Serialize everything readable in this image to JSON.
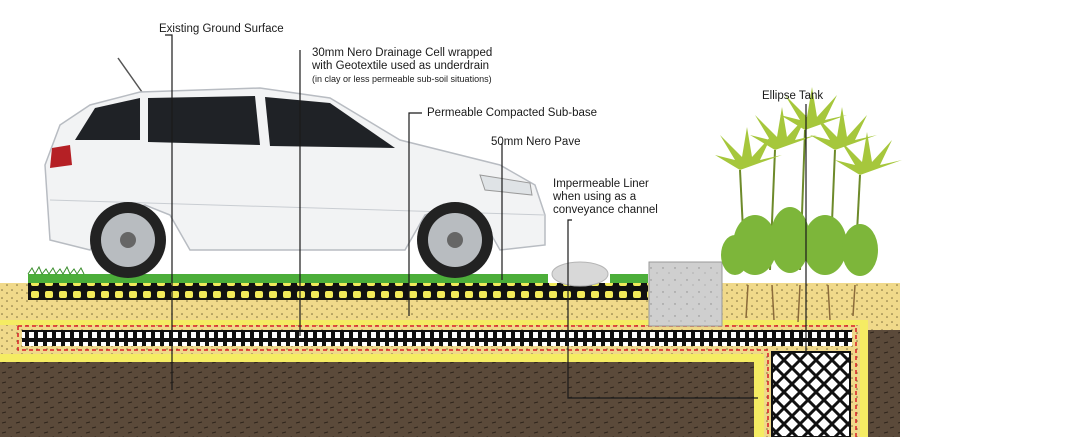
{
  "labels": {
    "existing_ground": "Existing Ground Surface",
    "drainage_cell": {
      "line1": "30mm Nero Drainage Cell wrapped",
      "line2": "with Geotextile used as underdrain",
      "note": "(in clay or less permeable sub-soil situations)"
    },
    "subbase": "Permeable Compacted Sub-base",
    "nero_pave": "50mm Nero Pave",
    "liner": {
      "line1": "Impermeable Liner",
      "line2": "when using as a",
      "line3": "conveyance channel"
    },
    "ellipse_tank": "Ellipse Tank"
  },
  "colors": {
    "soil": "#5b4a3a",
    "subbase_sand": "#f0d98a",
    "liner_yellow": "#f5ec63",
    "liner_red_dash": "#d81f26",
    "grass": "#4cae3a",
    "concrete": "#c9c9c9",
    "car_body": "#f2f3f4",
    "plant_green": "#7db63a",
    "leader_line": "#1a1a1a"
  },
  "icons": [
    "car-image",
    "plant-image",
    "concrete-block",
    "rock",
    "ellipse-tank-crate"
  ]
}
